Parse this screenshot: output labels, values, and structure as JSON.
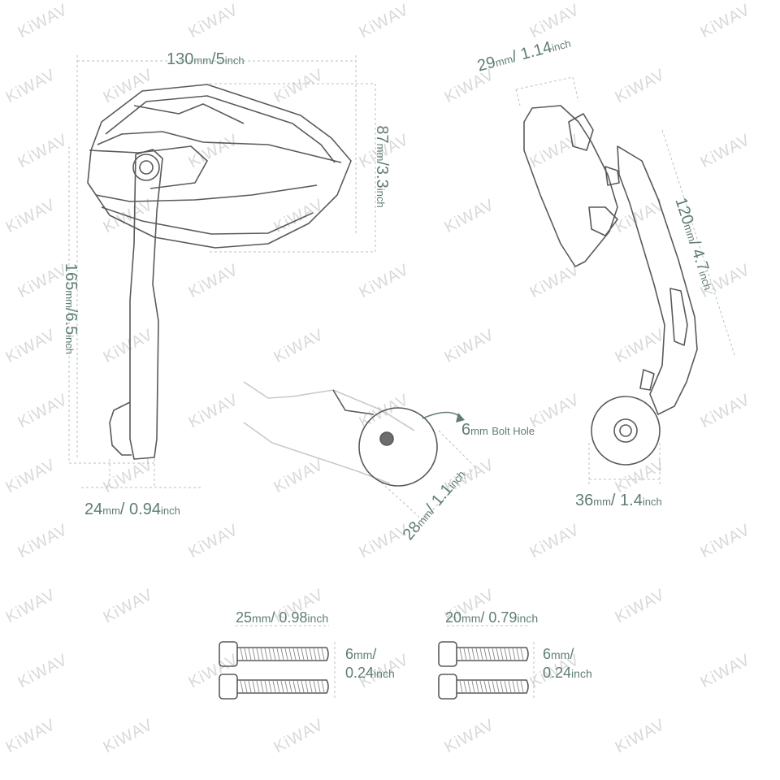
{
  "brand_watermark": "KiWAV",
  "colors": {
    "dimension_text": "#5f7d76",
    "dimension_line": "#a8b8b3",
    "part_stroke": "#555555",
    "watermark": "#d9d9d9"
  },
  "dimensions": {
    "mirror_width": {
      "value": "130",
      "unit": "mm",
      "sep": "/",
      "imperial": "5",
      "imperial_unit": "inch"
    },
    "mirror_height": {
      "value": "87",
      "unit": "mm",
      "sep": "/",
      "imperial": "3.3",
      "imperial_unit": "inch"
    },
    "total_length": {
      "value": "165",
      "unit": "mm",
      "sep": "/",
      "imperial": "6.5",
      "imperial_unit": "inch"
    },
    "arm_width": {
      "value": "24",
      "unit": "mm",
      "sep": "/ ",
      "imperial": "0.94",
      "imperial_unit": "inch"
    },
    "mirror_depth": {
      "value": "29",
      "unit": "mm",
      "sep": "/ ",
      "imperial": "1.14",
      "imperial_unit": "inch"
    },
    "arm_length": {
      "value": "120",
      "unit": "mm",
      "sep": "/ ",
      "imperial": "4.7",
      "imperial_unit": "inch"
    },
    "clamp_diameter": {
      "value": "28",
      "unit": "mm",
      "sep": "/ ",
      "imperial": "1.1",
      "imperial_unit": "inch"
    },
    "clamp_width": {
      "value": "36",
      "unit": "mm",
      "sep": "/ ",
      "imperial": "1.4",
      "imperial_unit": "inch"
    }
  },
  "bolt_hole": {
    "value": "6",
    "unit": "mm",
    "label": "Bolt Hole"
  },
  "bolts": [
    {
      "length_value": "25",
      "length_unit": "mm",
      "sep": "/ ",
      "length_imperial": "0.98",
      "length_imperial_unit": "inch",
      "dia_value": "6",
      "dia_unit": "mm",
      "dia_sep": "/",
      "dia_imperial": "0.24",
      "dia_imperial_unit": "inch"
    },
    {
      "length_value": "20",
      "length_unit": "mm",
      "sep": "/ ",
      "length_imperial": "0.79",
      "length_imperial_unit": "inch",
      "dia_value": "6",
      "dia_unit": "mm",
      "dia_sep": "/",
      "dia_imperial": "0.24",
      "dia_imperial_unit": "inch"
    }
  ]
}
